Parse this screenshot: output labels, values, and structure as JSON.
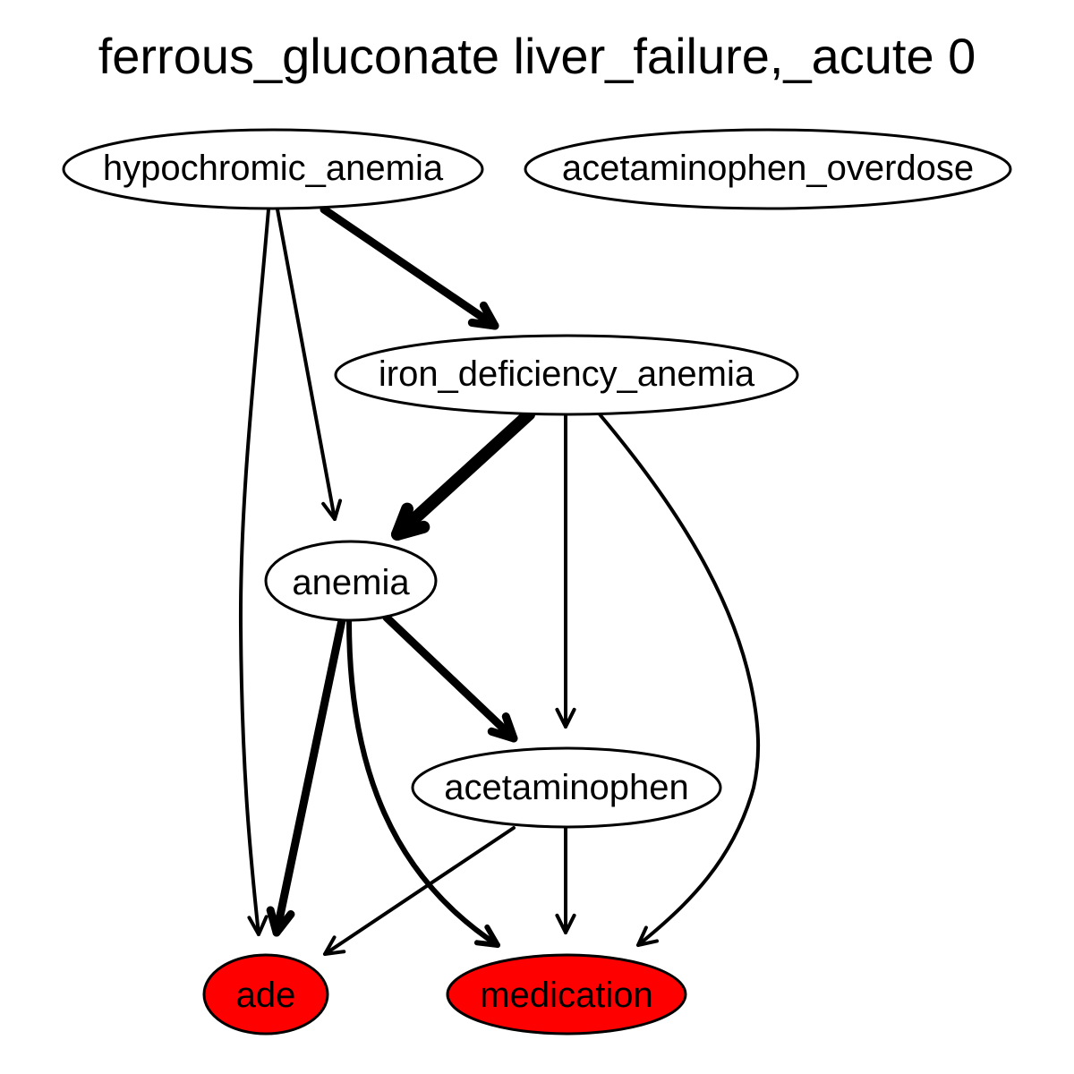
{
  "title": "ferrous_gluconate liver_failure,_acute 0",
  "colors": {
    "highlight": "#ff0000",
    "default_fill": "#ffffff",
    "stroke": "#000000"
  },
  "nodes": {
    "hypochromic_anemia": {
      "label": "hypochromic_anemia",
      "highlighted": false
    },
    "acetaminophen_overdose": {
      "label": "acetaminophen_overdose",
      "highlighted": false
    },
    "iron_deficiency_anemia": {
      "label": "iron_deficiency_anemia",
      "highlighted": false
    },
    "anemia": {
      "label": "anemia",
      "highlighted": false
    },
    "acetaminophen": {
      "label": "acetaminophen",
      "highlighted": false
    },
    "ade": {
      "label": "ade",
      "highlighted": true
    },
    "medication": {
      "label": "medication",
      "highlighted": true
    }
  },
  "edges": [
    {
      "from": "hypochromic_anemia",
      "to": "ade",
      "weight": "normal"
    },
    {
      "from": "hypochromic_anemia",
      "to": "anemia",
      "weight": "normal"
    },
    {
      "from": "hypochromic_anemia",
      "to": "iron_deficiency_anemia",
      "weight": "heavy"
    },
    {
      "from": "iron_deficiency_anemia",
      "to": "anemia",
      "weight": "heaviest"
    },
    {
      "from": "iron_deficiency_anemia",
      "to": "acetaminophen",
      "weight": "normal"
    },
    {
      "from": "iron_deficiency_anemia",
      "to": "medication",
      "weight": "normal"
    },
    {
      "from": "anemia",
      "to": "ade",
      "weight": "heavy"
    },
    {
      "from": "anemia",
      "to": "medication",
      "weight": "medium"
    },
    {
      "from": "anemia",
      "to": "acetaminophen",
      "weight": "heavy"
    },
    {
      "from": "acetaminophen",
      "to": "ade",
      "weight": "normal"
    },
    {
      "from": "acetaminophen",
      "to": "medication",
      "weight": "normal"
    }
  ]
}
